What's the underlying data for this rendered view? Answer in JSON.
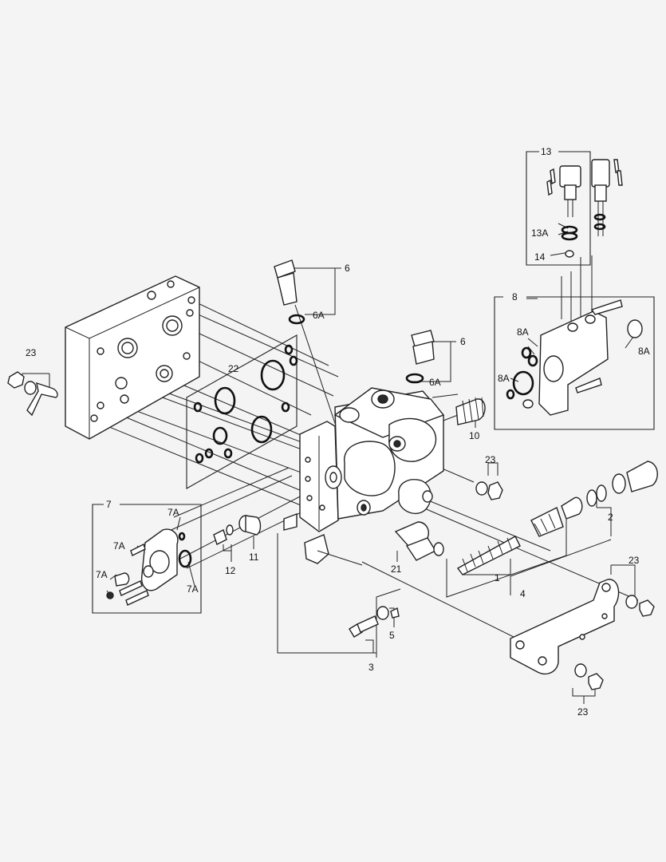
{
  "labels": {
    "p1": "1",
    "p2": "2",
    "p3": "3",
    "p4": "4",
    "p5": "5",
    "p6_top": "6",
    "p6_mid": "6",
    "p6A_top": "6A",
    "p6A_mid": "6A",
    "p7": "7",
    "p7A_a": "7A",
    "p7A_b": "7A",
    "p7A_c": "7A",
    "p7A_d": "7A",
    "p8": "8",
    "p8A_a": "8A",
    "p8A_b": "8A",
    "p8A_c": "8A",
    "p10": "10",
    "p11": "11",
    "p12": "12",
    "p13": "13",
    "p13A": "13A",
    "p14": "14",
    "p21": "21",
    "p22": "22",
    "p23_left": "23",
    "p23_mid": "23",
    "p23_right": "23",
    "p23_bottom": "23"
  }
}
